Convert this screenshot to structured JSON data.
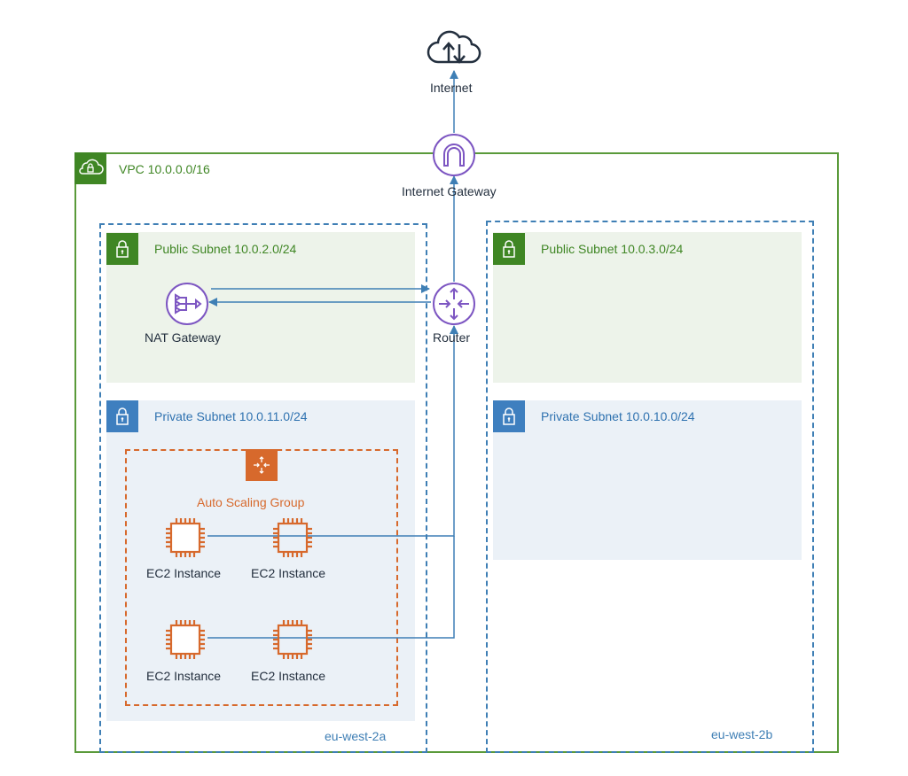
{
  "diagram": {
    "internet": {
      "label": "Internet",
      "icon": "cloud-upload-download-icon"
    },
    "internet_gateway": {
      "label": "Internet Gateway",
      "icon": "internet-gateway-icon"
    },
    "vpc": {
      "label": "VPC 10.0.0.0/16",
      "icon": "vpc-cloud-lock-icon"
    },
    "availability_zones": [
      {
        "label": "eu-west-2a"
      },
      {
        "label": "eu-west-2b"
      }
    ],
    "subnets": [
      {
        "label": "Public Subnet 10.0.2.0/24",
        "type": "public",
        "az": "eu-west-2a"
      },
      {
        "label": "Private Subnet 10.0.11.0/24",
        "type": "private",
        "az": "eu-west-2a"
      },
      {
        "label": "Public Subnet 10.0.3.0/24",
        "type": "public",
        "az": "eu-west-2b"
      },
      {
        "label": "Private Subnet 10.0.10.0/24",
        "type": "private",
        "az": "eu-west-2b"
      }
    ],
    "nat_gateway": {
      "label": "NAT Gateway",
      "icon": "nat-gateway-icon"
    },
    "router": {
      "label": "Router",
      "icon": "router-icon"
    },
    "auto_scaling_group": {
      "label": "Auto Scaling Group",
      "icon": "auto-scaling-icon"
    },
    "ec2_instances": [
      {
        "label": "EC2 Instance"
      },
      {
        "label": "EC2 Instance"
      },
      {
        "label": "EC2 Instance"
      },
      {
        "label": "EC2 Instance"
      }
    ],
    "colors": {
      "vpc_green": "#3f8624",
      "az_blue": "#3f7fb5",
      "private_blue": "#3e7fbf",
      "asg_orange": "#d7692c",
      "network_purple": "#7d56c2",
      "arrow_blue": "#3f7fb5"
    }
  }
}
